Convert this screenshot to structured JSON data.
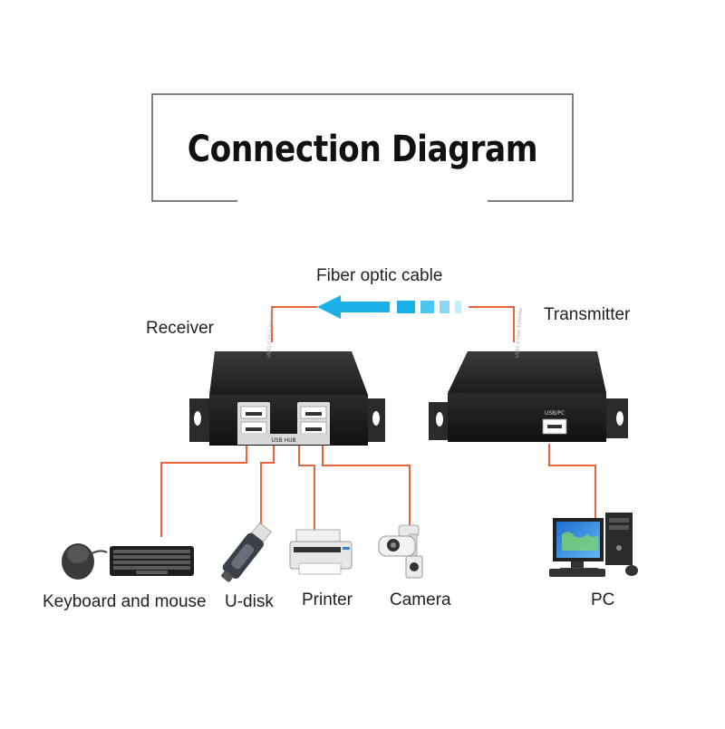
{
  "title": "Connection Diagram",
  "cable": {
    "label": "Fiber optic cable"
  },
  "receiver": {
    "label": "Receiver",
    "port_label": "USB HUB",
    "face_text": "USB2.0 Fiber Extender"
  },
  "transmitter": {
    "label": "Transmitter",
    "port_label": "USB/PC",
    "face_text": "USB2.0 Fiber Extender"
  },
  "devices": [
    {
      "label": "Keyboard and mouse",
      "icon": "keyboard-mouse-icon"
    },
    {
      "label": "U-disk",
      "icon": "usb-drive-icon"
    },
    {
      "label": "Printer",
      "icon": "printer-icon"
    },
    {
      "label": "Camera",
      "icon": "camera-icon"
    },
    {
      "label": "PC",
      "icon": "desktop-pc-icon"
    }
  ],
  "colors": {
    "connector_line": "#e8623a",
    "arrow": "#1ab0e8",
    "device_body": "#2b2b2b",
    "frame": "#555555"
  }
}
